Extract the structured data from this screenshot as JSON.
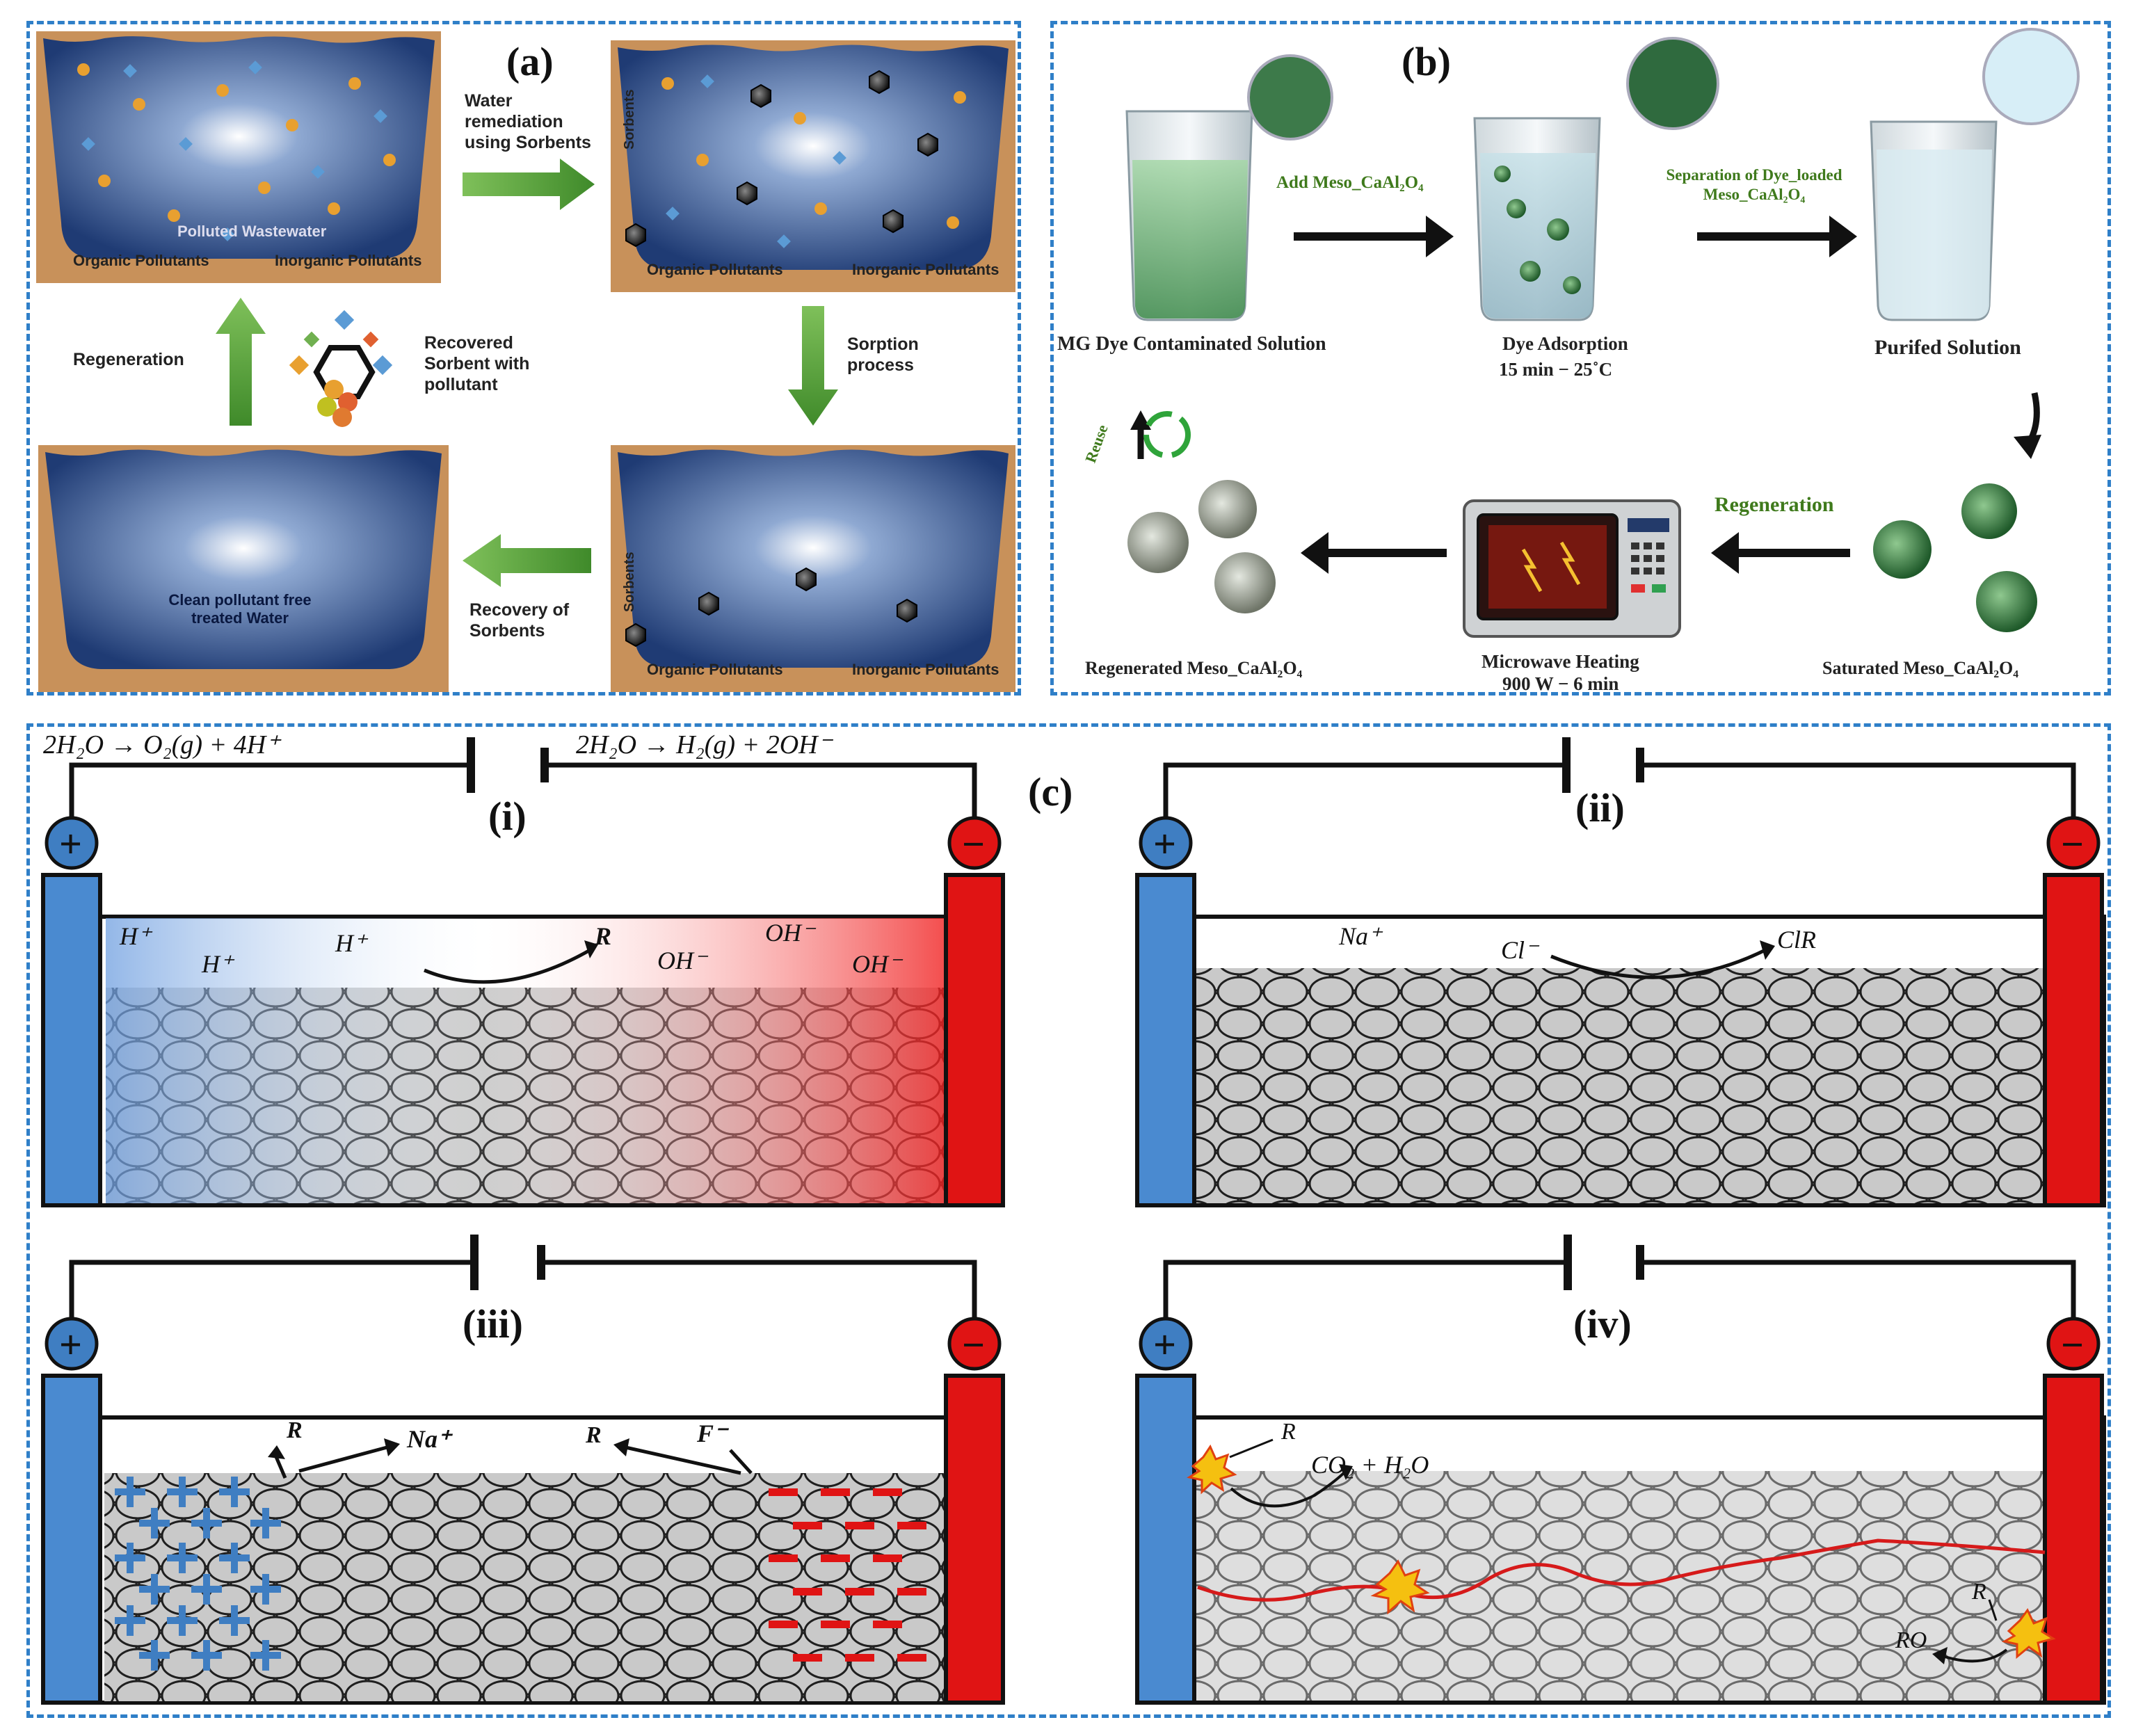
{
  "panel_a": {
    "label": "(a)",
    "polluted_wastewater": "Polluted Wastewater",
    "organic_pollutants": "Organic Pollutants",
    "inorganic_pollutants": "Inorganic Pollutants",
    "step_water_remediation": "Water remediation using Sorbents",
    "sorbents": "Sorbents",
    "step_sorption": "Sorption process",
    "step_recovery": "Recovery of Sorbents",
    "clean_water": "Clean pollutant free treated Water",
    "recovered_sorbent": "Recovered Sorbent with pollutant",
    "regeneration": "Regeneration"
  },
  "panel_b": {
    "label": "(b)",
    "add_meso": "Add Meso_CaAl₂O₄",
    "separation": "Separation of Dye_loaded Meso_CaAl₂O₄",
    "mg_dye": "MG Dye Contaminated Solution",
    "dye_adsorption": "Dye Adsorption",
    "adsorption_conditions": "15 min − 25˚C",
    "purified": "Purifed Solution",
    "saturated": "Saturated Meso_CaAl₂O₄",
    "regeneration": "Regeneration",
    "microwave": "Microwave Heating",
    "microwave_conditions": "900 W − 6 min",
    "regenerated": "Regenerated Meso_CaAl₂O₄",
    "reuse": "Reuse"
  },
  "panel_c": {
    "label": "(c)",
    "anode_reaction": "2H₂O → O₂(g) + 4H⁺",
    "cathode_reaction": "2H₂O → H₂(g) + 2OH⁻",
    "cells": [
      {
        "label": "(i)",
        "species": [
          "H⁺",
          "H⁺",
          "H⁺",
          "R",
          "OH⁻",
          "OH⁻",
          "OH⁻"
        ]
      },
      {
        "label": "(ii)",
        "species": [
          "Na⁺",
          "Cl⁻",
          "ClR"
        ]
      },
      {
        "label": "(iii)",
        "species": [
          "R",
          "Na⁺",
          "R",
          "F⁻"
        ]
      },
      {
        "label": "(iv)",
        "species": [
          "R",
          "CO₂ + H₂O",
          "R",
          "RO"
        ]
      }
    ],
    "plus_symbol": "+",
    "minus_symbol": "−"
  },
  "colors": {
    "border": "#2f7fc8",
    "anode": "#4a8ad0",
    "cathode": "#e01414",
    "arrow_green": "#6aa84f",
    "soil": "#c8915a",
    "water": "#3a5f9c"
  }
}
